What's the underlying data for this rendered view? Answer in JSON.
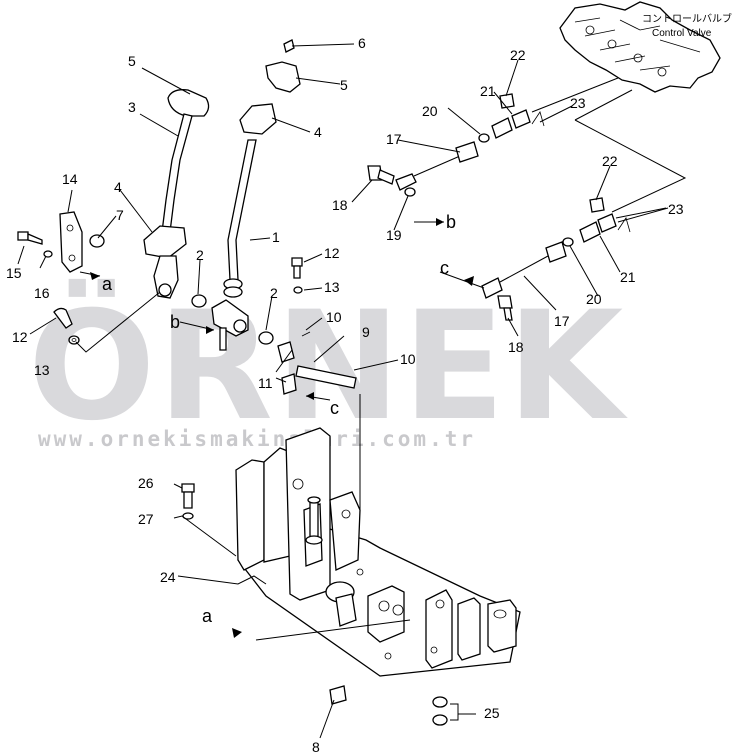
{
  "watermark": {
    "brand": "ÖRNEK",
    "url": "www.ornekismakinalari.com.tr",
    "accent_color": "#f5c400",
    "text_color": "#d9d9dc"
  },
  "valve_label": {
    "japanese": "コントロールバルブ",
    "english": "Control Valve"
  },
  "view_letters": {
    "a": "a",
    "b": "b",
    "c": "c"
  },
  "callouts": [
    "1",
    "2",
    "2",
    "3",
    "4",
    "4",
    "5",
    "5",
    "6",
    "7",
    "8",
    "9",
    "10",
    "10",
    "11",
    "12",
    "12",
    "13",
    "13",
    "14",
    "15",
    "16",
    "17",
    "17",
    "18",
    "18",
    "19",
    "20",
    "20",
    "21",
    "21",
    "22",
    "22",
    "23",
    "23",
    "24",
    "25",
    "26",
    "27"
  ]
}
